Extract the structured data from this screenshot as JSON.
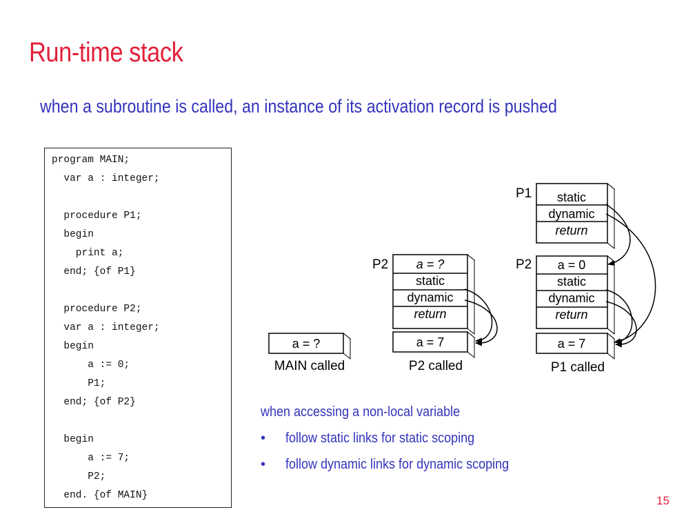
{
  "slide": {
    "title": "Run-time stack",
    "subtitle": "when a subroutine is called, an instance of its activation record is pushed",
    "page_number": "15"
  },
  "code": {
    "lines": [
      "program MAIN;",
      "  var a : integer;",
      "",
      "  procedure P1;",
      "  begin",
      "    print a;",
      "  end; {of P1}",
      "",
      "  procedure P2;",
      "  var a : integer;",
      "  begin",
      "      a := 0;",
      "      P1;",
      "  end; {of P2}",
      "",
      "  begin",
      "      a := 7;",
      "      P2;",
      "  end. {of MAIN}"
    ]
  },
  "diagram": {
    "main_stack": {
      "caption": "MAIN called",
      "frames": [
        "a = ?"
      ]
    },
    "p2_stack": {
      "caption": "P2 called",
      "record_label": "P2",
      "record": [
        "a = ?",
        "static",
        "dynamic",
        "return"
      ],
      "base": "a = 7"
    },
    "p1_stack": {
      "caption": "P1 called",
      "p1_label": "P1",
      "p1_record": [
        "static",
        "dynamic",
        "return"
      ],
      "p2_label": "P2",
      "p2_record": [
        "a = 0",
        "static",
        "dynamic",
        "return"
      ],
      "base": "a = 7"
    }
  },
  "notes": {
    "heading": "when accessing a non-local variable",
    "bullets": [
      "follow static links for static scoping",
      "follow dynamic links for dynamic scoping"
    ]
  }
}
